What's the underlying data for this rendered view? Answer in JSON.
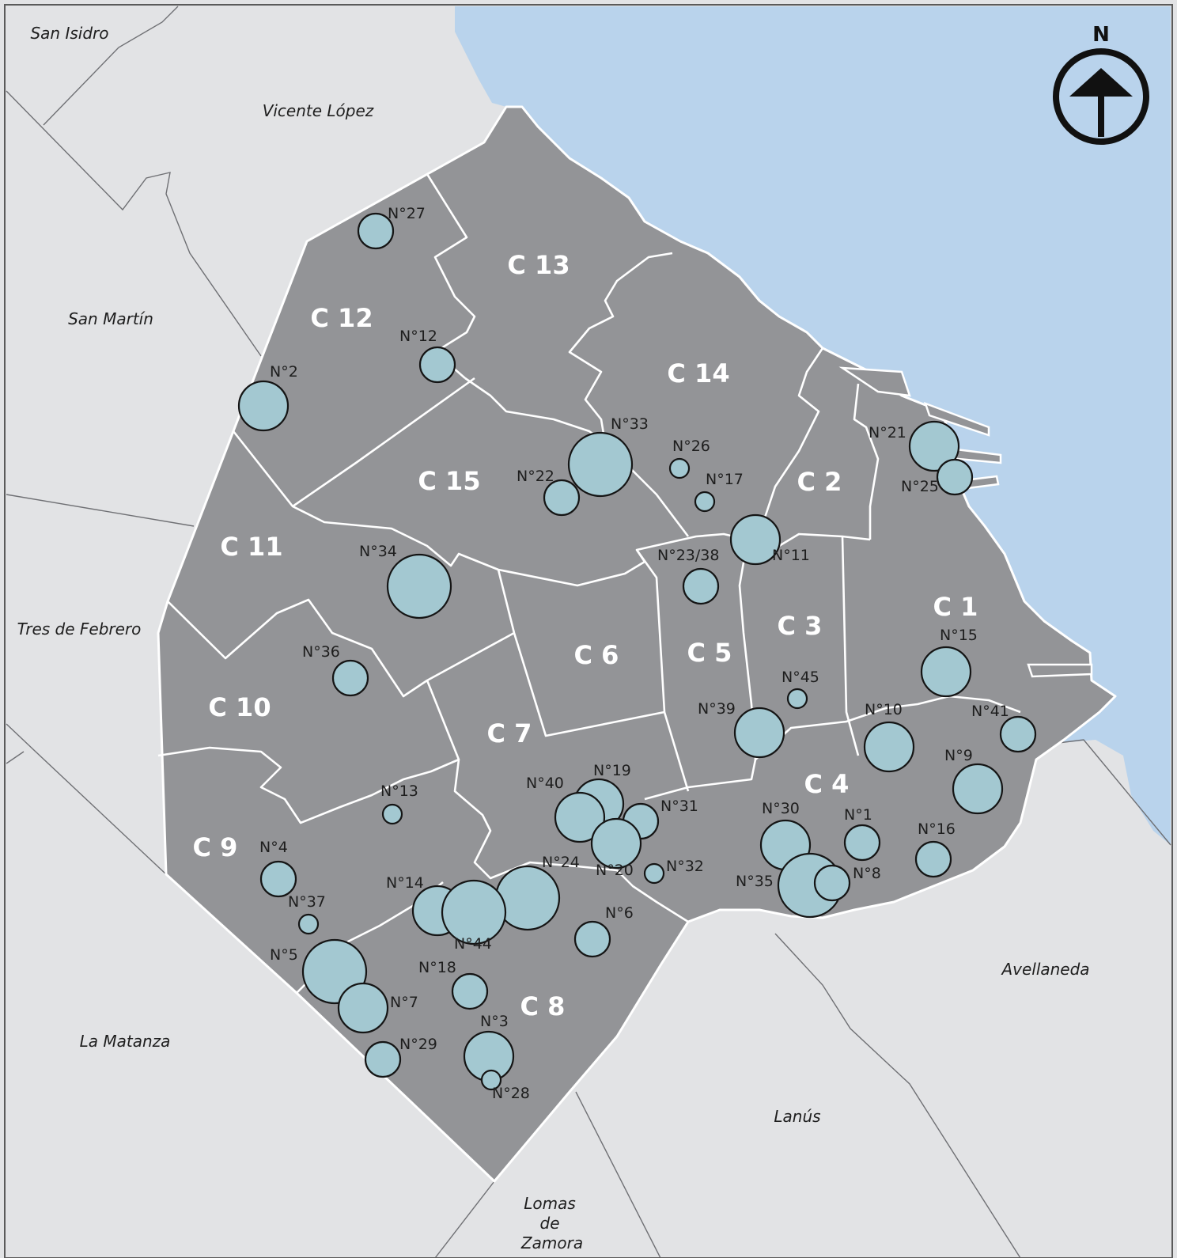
{
  "colors": {
    "water": "#b9d3ec",
    "land": "#e2e3e5",
    "city": "#939497",
    "marker_fill": "#a3c8d1",
    "marker_stroke": "#151515",
    "border_white": "#ffffff",
    "label_dark": "#1e1e1e"
  },
  "north_arrow": {
    "label": "N",
    "icon": "north-arrow-icon"
  },
  "municipalities": [
    "San Isidro",
    "Vicente López",
    "San Martín",
    "Tres de Febrero",
    "La Matanza",
    "Lomas de Zamora",
    "Lanús",
    "Avellaneda"
  ],
  "lomas_lines": [
    "Lomas",
    "de",
    "Zamora"
  ],
  "comunas": [
    "C 1",
    "C 2",
    "C 3",
    "C 4",
    "C 5",
    "C 6",
    "C 7",
    "C 8",
    "C 9",
    "C 10",
    "C 11",
    "C 12",
    "C 13",
    "C 14",
    "C 15"
  ],
  "sites": [
    {
      "label": "N°27",
      "size": "m"
    },
    {
      "label": "N°12",
      "size": "m"
    },
    {
      "label": "N°2",
      "size": "l"
    },
    {
      "label": "N°33",
      "size": "xl"
    },
    {
      "label": "N°26",
      "size": "s"
    },
    {
      "label": "N°17",
      "size": "s"
    },
    {
      "label": "N°21",
      "size": "l"
    },
    {
      "label": "N°25",
      "size": "m"
    },
    {
      "label": "N°22",
      "size": "m"
    },
    {
      "label": "N°11",
      "size": "l"
    },
    {
      "label": "N°34",
      "size": "xl"
    },
    {
      "label": "N°23/38",
      "size": "m"
    },
    {
      "label": "N°15",
      "size": "l"
    },
    {
      "label": "N°36",
      "size": "m"
    },
    {
      "label": "N°45",
      "size": "s"
    },
    {
      "label": "N°39",
      "size": "l"
    },
    {
      "label": "N°10",
      "size": "l"
    },
    {
      "label": "N°41",
      "size": "m"
    },
    {
      "label": "N°9",
      "size": "l"
    },
    {
      "label": "N°19",
      "size": "l"
    },
    {
      "label": "N°40",
      "size": "l"
    },
    {
      "label": "N°13",
      "size": "s"
    },
    {
      "label": "N°31",
      "size": "m"
    },
    {
      "label": "N°30",
      "size": "l"
    },
    {
      "label": "N°1",
      "size": "m"
    },
    {
      "label": "N°16",
      "size": "m"
    },
    {
      "label": "N°4",
      "size": "m"
    },
    {
      "label": "N°24",
      "size": "xl"
    },
    {
      "label": "N°20",
      "size": "l"
    },
    {
      "label": "N°32",
      "size": "s"
    },
    {
      "label": "N°35",
      "size": "xl"
    },
    {
      "label": "N°8",
      "size": "m"
    },
    {
      "label": "N°14",
      "size": "l"
    },
    {
      "label": "N°44",
      "size": "xl"
    },
    {
      "label": "N°37",
      "size": "s"
    },
    {
      "label": "N°6",
      "size": "m"
    },
    {
      "label": "N°5",
      "size": "xl"
    },
    {
      "label": "N°18",
      "size": "m"
    },
    {
      "label": "N°7",
      "size": "l"
    },
    {
      "label": "N°3",
      "size": "l"
    },
    {
      "label": "N°29",
      "size": "m"
    },
    {
      "label": "N°28",
      "size": "s"
    }
  ]
}
